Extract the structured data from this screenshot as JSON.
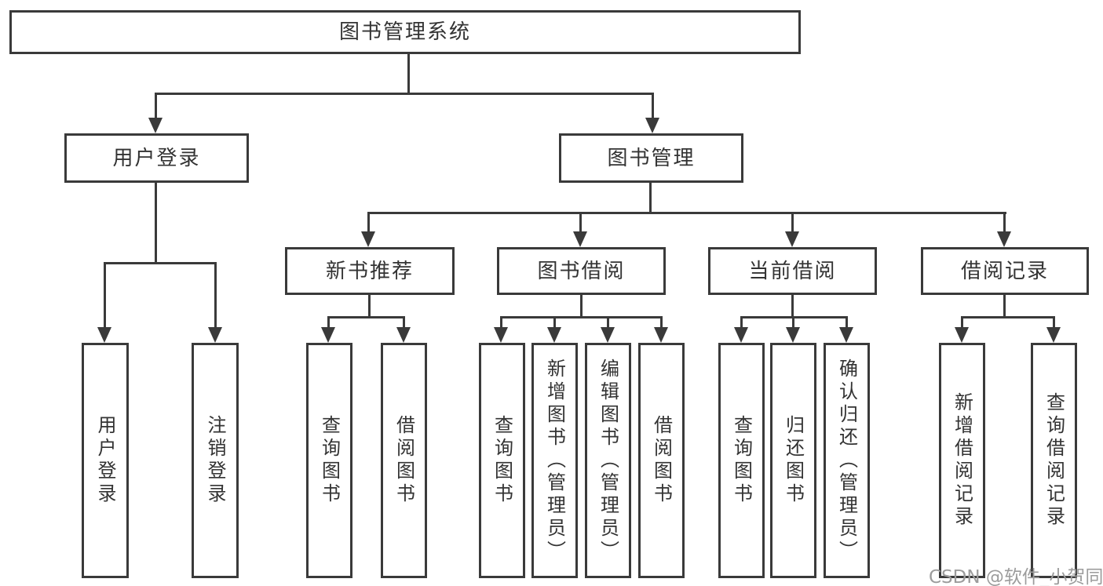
{
  "diagram": {
    "tree": {
      "label": "图书管理系统",
      "children": [
        {
          "label": "用户登录",
          "children": [
            {
              "label": "用户登录"
            },
            {
              "label": "注销登录"
            }
          ]
        },
        {
          "label": "图书管理",
          "children": [
            {
              "label": "新书推荐",
              "children": [
                {
                  "label": "查询图书"
                },
                {
                  "label": "借阅图书"
                }
              ]
            },
            {
              "label": "图书借阅",
              "children": [
                {
                  "label": "查询图书"
                },
                {
                  "label": "新增图书（管理员）"
                },
                {
                  "label": "编辑图书（管理员）"
                },
                {
                  "label": "借阅图书"
                }
              ]
            },
            {
              "label": "当前借阅",
              "children": [
                {
                  "label": "查询图书"
                },
                {
                  "label": "归还图书"
                },
                {
                  "label": "确认归还（管理员）"
                }
              ]
            },
            {
              "label": "借阅记录",
              "children": [
                {
                  "label": "新增借阅记录"
                },
                {
                  "label": "查询借阅记录"
                }
              ]
            }
          ]
        }
      ]
    },
    "watermark": "CSDN @软件_小贺同学",
    "colors": {
      "line": "#3a3a3a",
      "text": "#333333",
      "background": "#ffffff",
      "watermark": "#9c9c9c"
    }
  }
}
